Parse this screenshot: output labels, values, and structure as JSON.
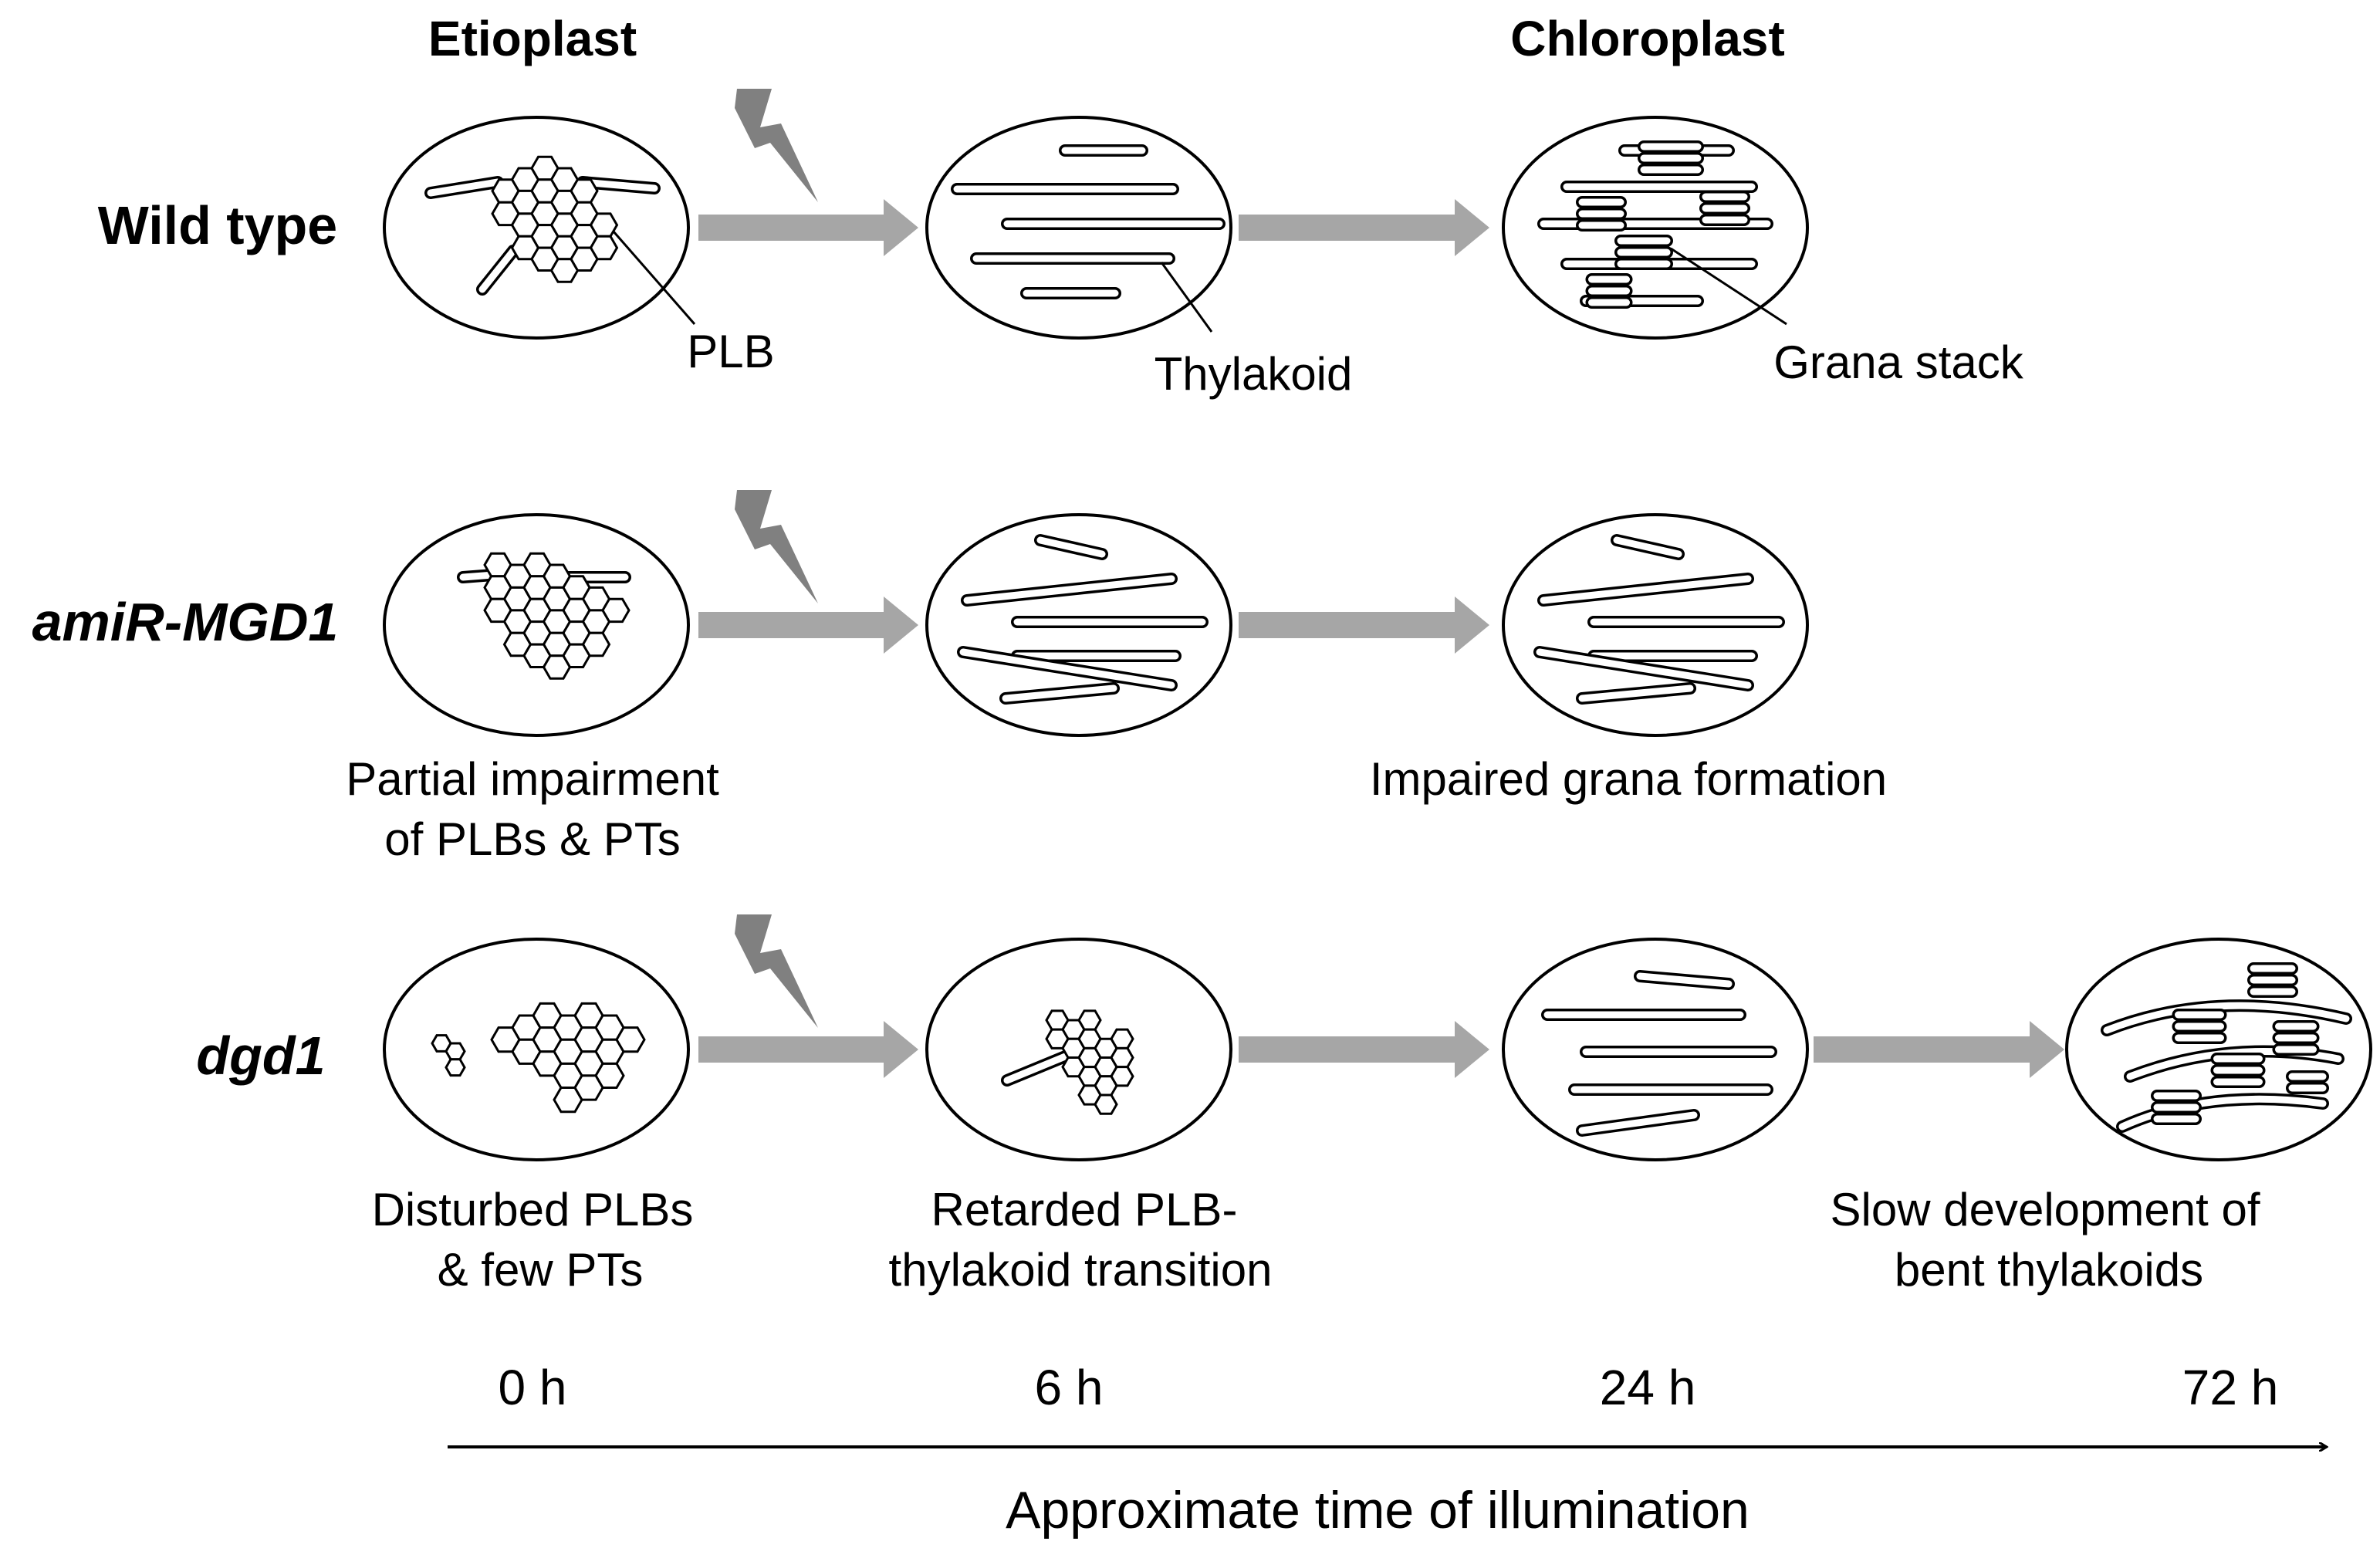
{
  "headers": {
    "etioplast": "Etioplast",
    "chloroplast": "Chloroplast"
  },
  "rows": [
    {
      "label": "Wild type"
    },
    {
      "label": "amiR-MGD1"
    },
    {
      "label": "dgd1"
    }
  ],
  "callouts": {
    "plb": "PLB",
    "thylakoid": "Thylakoid",
    "grana": "Grana stack"
  },
  "captions": {
    "amir_left": [
      "Partial impairment",
      "of PLBs & PTs"
    ],
    "amir_right": "Impaired grana formation",
    "dgd_1": [
      "Disturbed PLBs",
      "& few PTs"
    ],
    "dgd_2": [
      "Retarded PLB-",
      "thylakoid transition"
    ],
    "dgd_4": [
      "Slow development of",
      "bent thylakoids"
    ]
  },
  "timeline": {
    "ticks": [
      "0 h",
      "6 h",
      "24 h",
      "72 h"
    ],
    "label": "Approximate time of illumination"
  },
  "colors": {
    "arrow": "#a6a6a6",
    "stroke": "#000000",
    "fill": "#ffffff"
  }
}
